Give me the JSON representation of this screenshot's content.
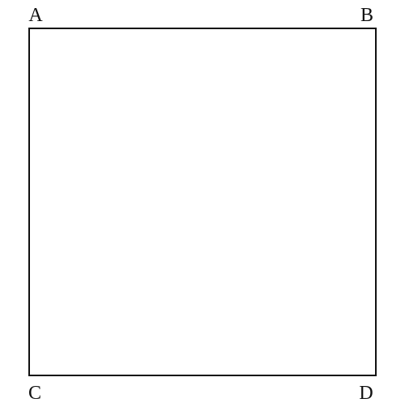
{
  "diagram": {
    "vertices": {
      "top_left": "A",
      "top_right": "B",
      "bottom_left": "C",
      "bottom_right": "D"
    },
    "stroke_color": "#111111",
    "background_color": "#ffffff"
  }
}
